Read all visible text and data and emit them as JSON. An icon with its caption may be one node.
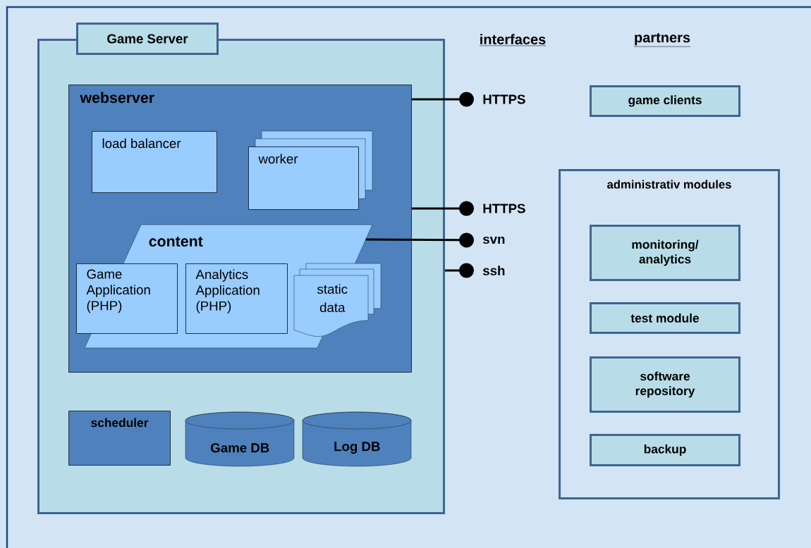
{
  "diagram": {
    "nodes": [
      {
        "text": [
          "Game Server"
        ]
      },
      {
        "text": [],
        "shape": "box"
      },
      {
        "text": [
          "webserver"
        ],
        "in": 1
      },
      {
        "text": [
          "load balancer"
        ],
        "in": 2
      },
      {
        "text": [
          "worker"
        ],
        "in": 2
      },
      {
        "text": [
          "content"
        ],
        "in": 2
      },
      {
        "text": [
          "Game Application (PHP)"
        ],
        "in": 2
      },
      {
        "text": [
          "Analytics Application (PHP)"
        ],
        "in": 5
      },
      {
        "text": [
          "static data"
        ],
        "in": 5
      },
      {
        "text": [
          "scheduler"
        ],
        "in": 1
      },
      {
        "text": [
          "Game DB"
        ],
        "in": 1
      },
      {
        "text": [
          "Log DB"
        ],
        "in": 1
      },
      {
        "text": [
          "HTTPS"
        ]
      },
      {
        "text": [
          "HTTPS"
        ]
      },
      {
        "text": [
          "svn"
        ]
      },
      {
        "text": [
          "ssh"
        ]
      },
      {
        "text": [
          "game clients"
        ]
      },
      {
        "text": [
          "administrativ modules"
        ]
      },
      {
        "text": [
          "monitoring/ analytics"
        ],
        "in": 17
      },
      {
        "text": [
          "test module"
        ],
        "in": 17
      },
      {
        "text": [
          "software repository"
        ],
        "in": 17
      },
      {
        "text": [
          "backup"
        ],
        "in": 17
      }
    ],
    "edges": [
      {
        "from": 2,
        "to": 12,
        "arrow": "other"
      },
      {
        "from": 2,
        "to": 13,
        "arrow": "other"
      },
      {
        "from": 5,
        "to": 14,
        "arrow": "other"
      },
      {
        "from": 1,
        "to": 15,
        "arrow": "other"
      }
    ],
    "labels": [
      "interfaces",
      "partners"
    ]
  }
}
